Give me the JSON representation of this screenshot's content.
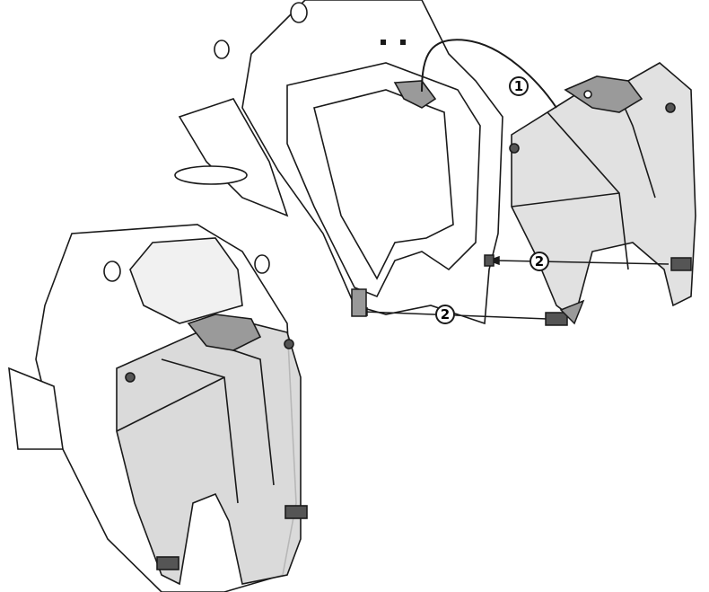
{
  "callouts": {
    "step1": "1",
    "step2_upper": "2",
    "step2_lower": "2"
  },
  "colors": {
    "line": "#1a1a1a",
    "panel_fill": "#d9d9d9",
    "bracket_fill": "#9a9a9a",
    "background": "#ffffff"
  }
}
